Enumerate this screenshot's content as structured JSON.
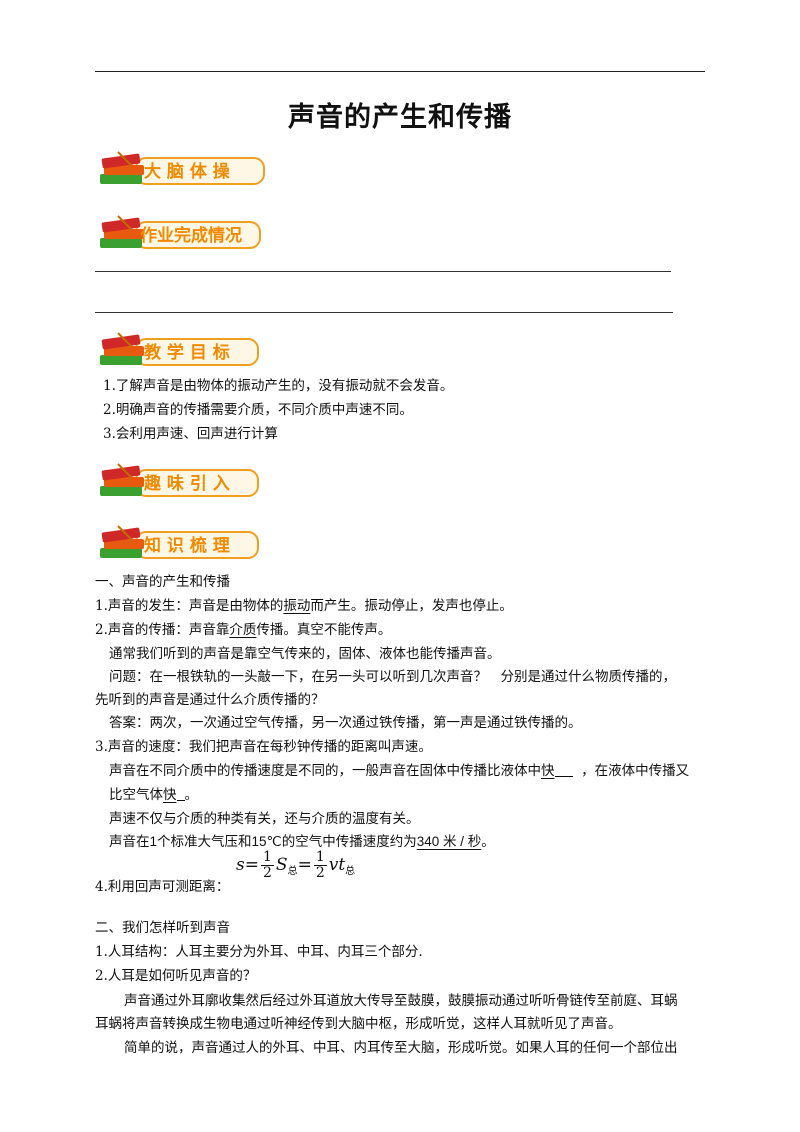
{
  "title": "声音的产生和传播",
  "sections": {
    "warmup": "大 脑 体 操",
    "homework": "作业完成情况",
    "goals": "教 学 目 标",
    "intro": "趣 味 引 入",
    "knowledge": "知 识 梳 理"
  },
  "goals": [
    "1.了解声音是由物体的振动产生的，没有振动就不会发音。",
    "2.明确声音的传播需要介质，不同介质中声速不同。",
    "3.会利用声速、回声进行计算"
  ],
  "part1": {
    "heading": "一、声音的产生和传播",
    "l1_pre": "1.声音的发生：声音是由物体的",
    "l1_u": "振动",
    "l1_post": "而产生。振动停止，发声也停止。",
    "l2_pre": "2.声音的传播：声音靠",
    "l2_u": "介质",
    "l2_post": "传播。真空不能传声。",
    "l3": "通常我们听到的声音是靠空气传来的，固体、液体也能传播声音。",
    "q1": "问题：在一根铁轨的一头敲一下，在另一头可以听到几次声音？　分别是通过什么物质传播的，",
    "q2": "先听到的声音是通过什么介质传播的？",
    "answer": "答案：两次，一次通过空气传播，另一次通过铁传播，第一声是通过铁传播的。",
    "l4": "3.声音的速度：我们把声音在每秒钟传播的距离叫声速。",
    "l5_pre": "声音在不同介质中的传播速度是不同的，一般声音在固体中传播比液体中",
    "l5_u": "快",
    "l5_post": "，在液体中传播又",
    "l6_pre": "比空气体",
    "l6_u": "快",
    "l6_post": "。",
    "l7": "声速不仅与介质的种类有关，还与介质的温度有关。",
    "l8_pre": "声音在",
    "l8_one": "1",
    "l8_mid": "个标准大气压和",
    "l8_temp": "15℃",
    "l8_post": "的空气中传播速度约为",
    "l8_u": "340 米 / 秒",
    "l8_end": "。",
    "l9": "4.利用回声可测距离：",
    "formula": {
      "s": "s",
      "eq": "=",
      "num": "1",
      "den": "2",
      "S": "S",
      "sub": "总",
      "vt": "vt"
    }
  },
  "part2": {
    "heading": "二、我们怎样听到声音",
    "l1": "1.人耳结构：人耳主要分为外耳、中耳、内耳三个部分.",
    "l2": "2.人耳是如何听见声音的？",
    "p1a": "声音通过外耳廓收集然后经过外耳道放大传导至鼓膜，鼓膜振动通过听听骨链传至前庭、耳蜗",
    "p1b": "耳蜗将声音转换成生物电通过听神经传到大脑中枢，形成听觉，这样人耳就听见了声音。",
    "p2": "简单的说，声音通过人的外耳、中耳、内耳传至大脑，形成听觉。如果人耳的任何一个部位出"
  }
}
